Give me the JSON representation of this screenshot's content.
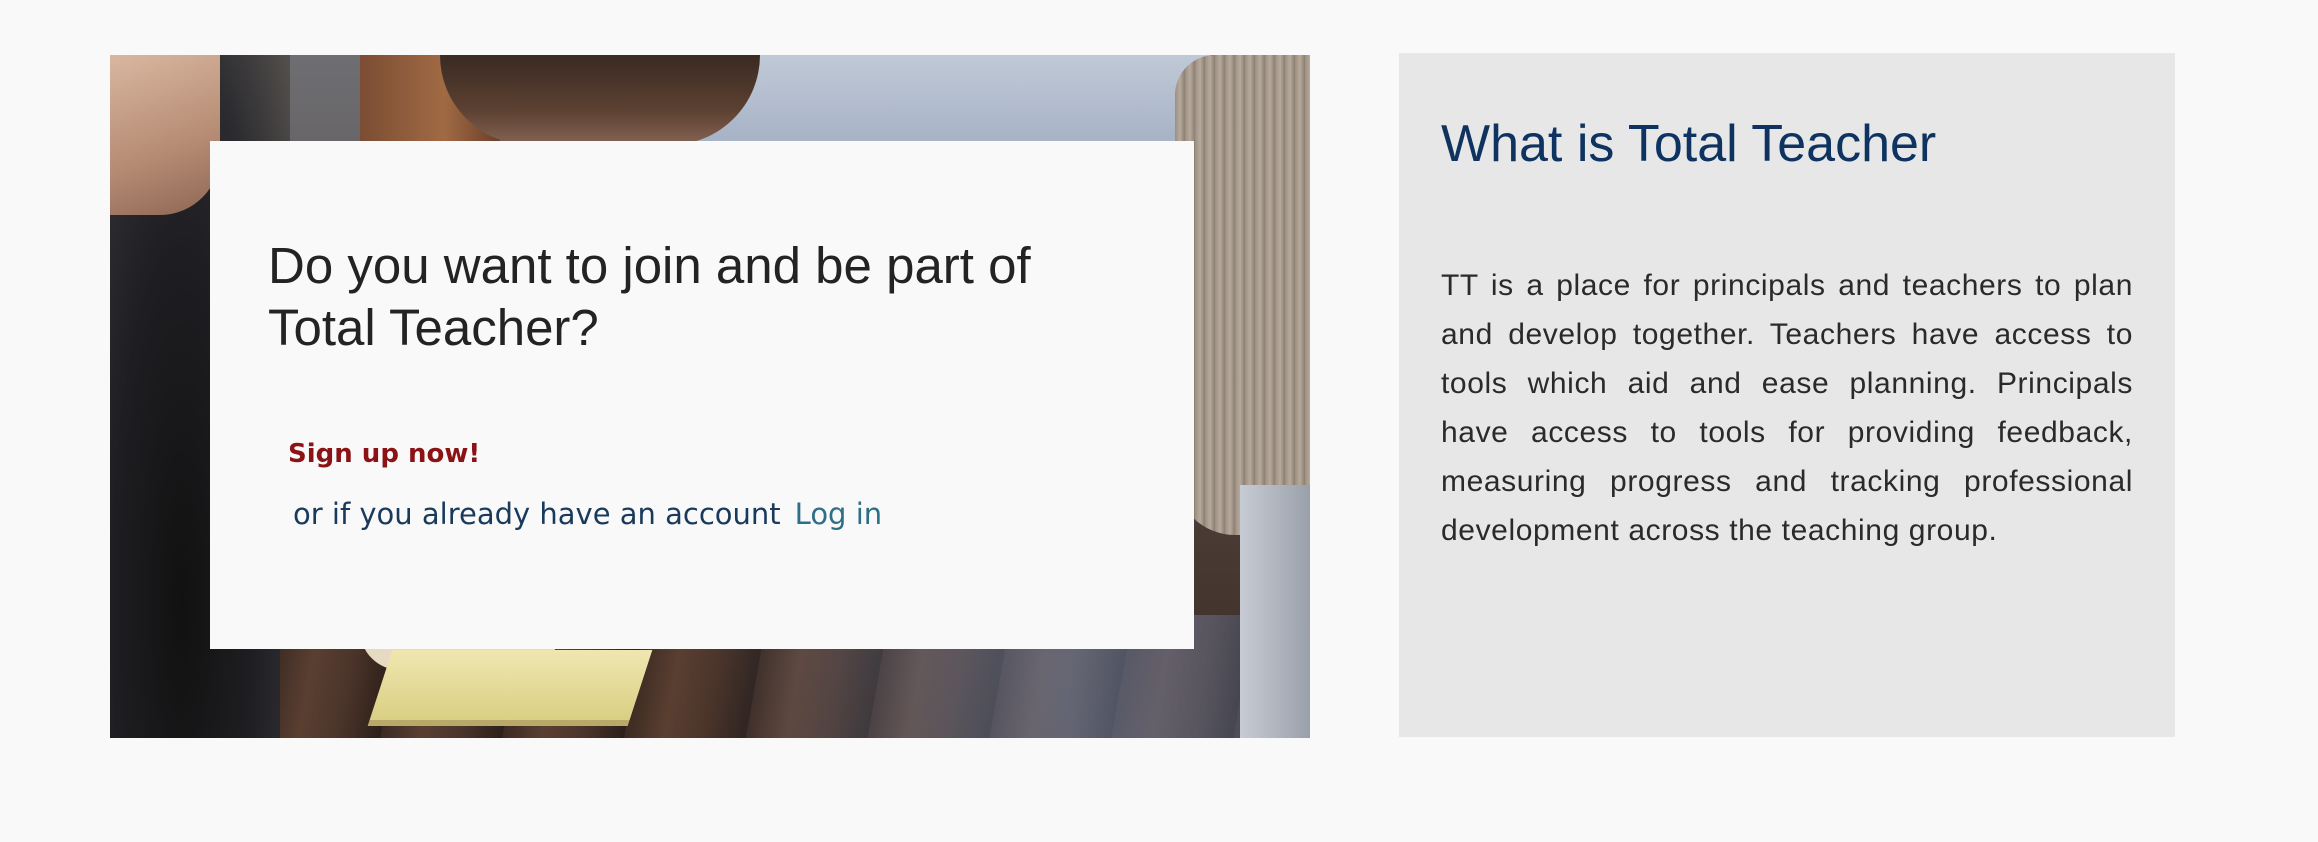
{
  "join_card": {
    "title": "Do you want to join and be part of Total Teacher?",
    "signup_label": "Sign up now!",
    "login_prompt": "or if you already have an account",
    "login_label": "Log in"
  },
  "info": {
    "title": "What is Total Teacher",
    "body": "TT is a place for principals and teachers to plan and develop together. Teachers have access to tools which aid and ease planning. Principals have access to tools for providing feedback, measuring progress and tracking professional development across the teaching group."
  },
  "colors": {
    "page_background": "#f9f9f9",
    "info_panel_background": "#e7e7e7",
    "info_title": "#0e3360",
    "signup_link": "#8b1215",
    "login_prompt": "#1a3a5c",
    "login_link": "#2d6f86"
  }
}
